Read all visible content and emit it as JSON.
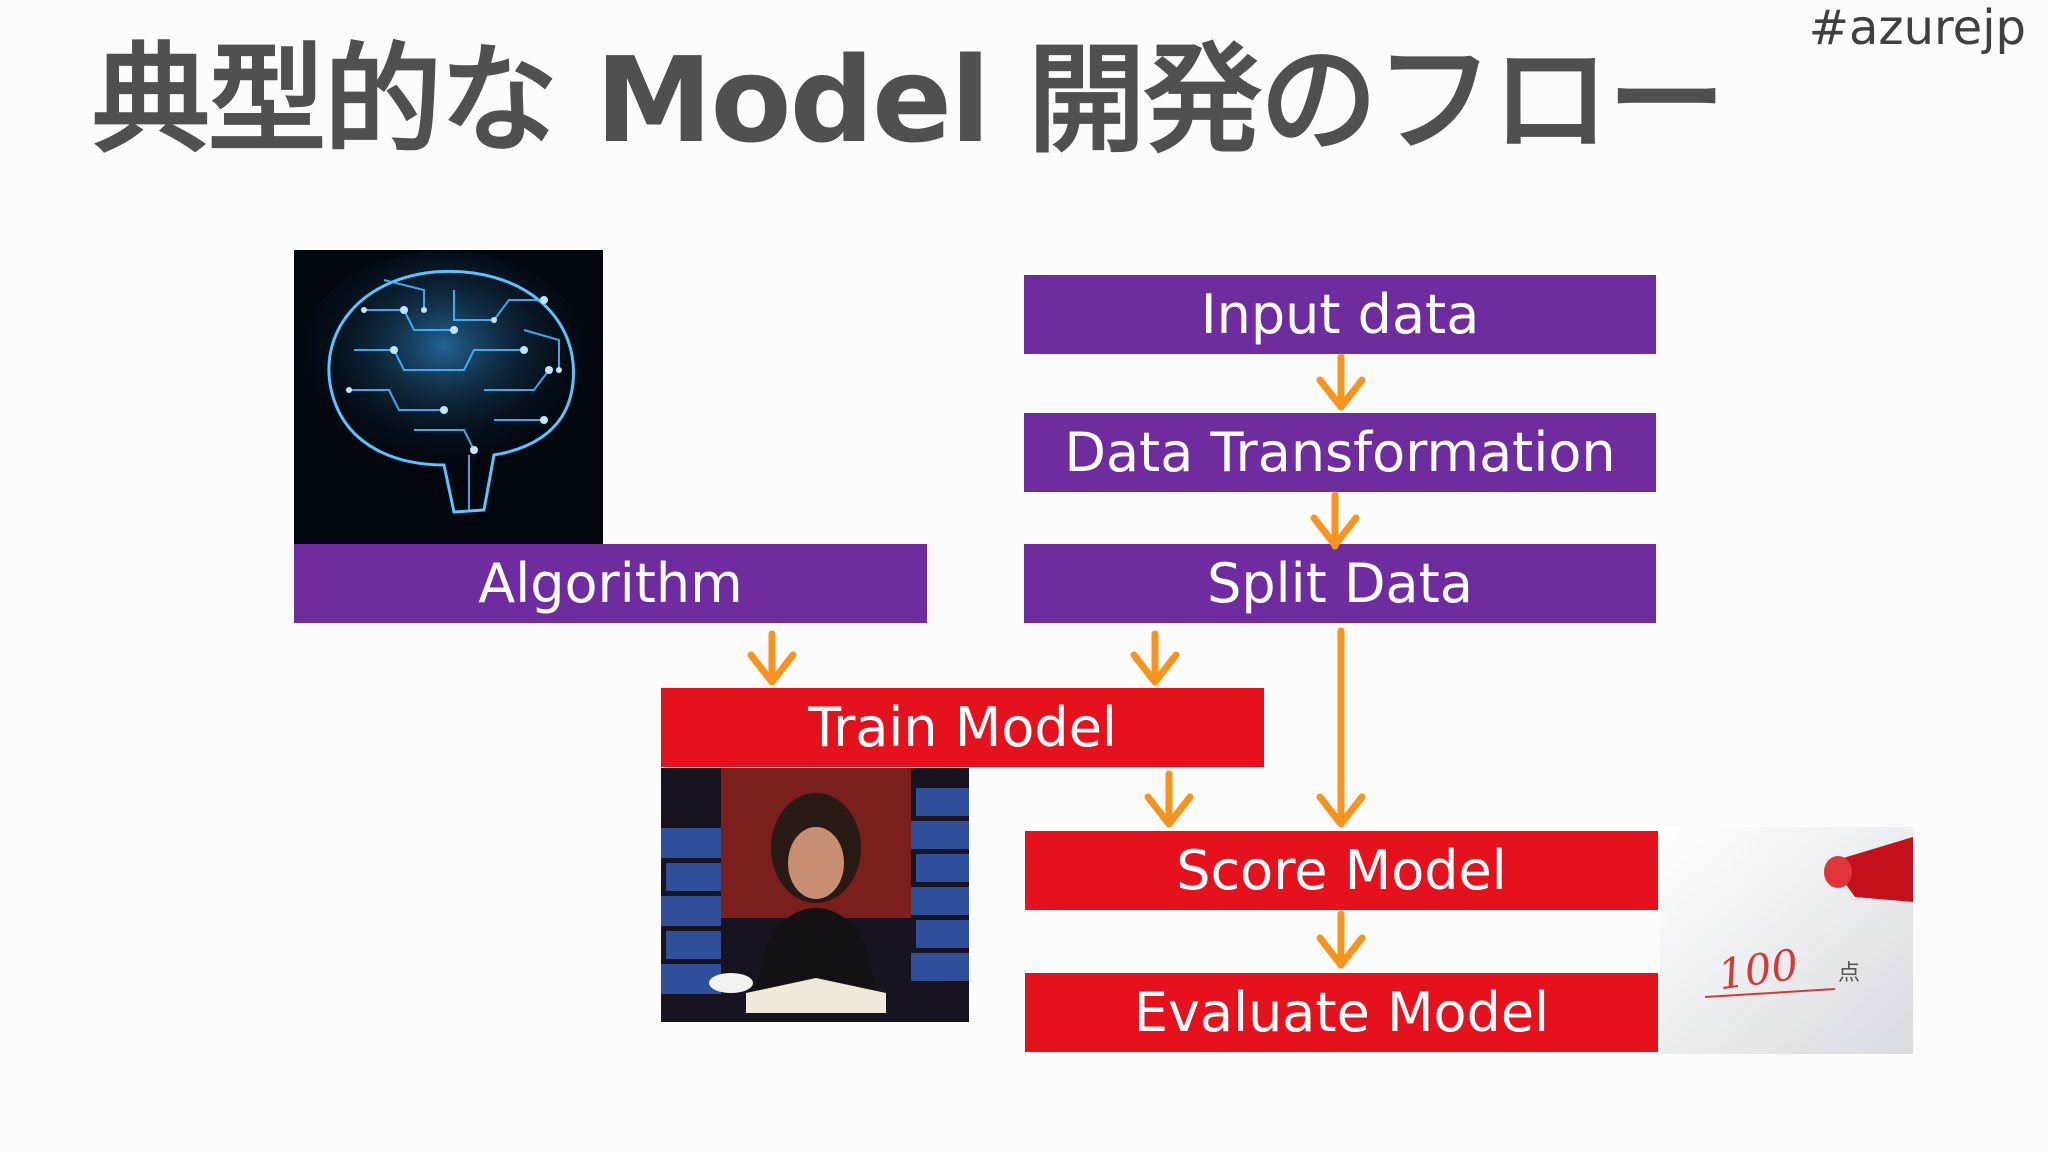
{
  "slide": {
    "title": "典型的な Model 開発のフロー",
    "hashtag": "#azurejp"
  },
  "flow": {
    "input_data": "Input data",
    "data_transformation": "Data Transformation",
    "split_data": "Split Data",
    "algorithm": "Algorithm",
    "train_model": "Train Model",
    "score_model": "Score Model",
    "evaluate_model": "Evaluate Model"
  },
  "images": {
    "score_paper_text": "100",
    "score_paper_suffix": "点"
  },
  "colors": {
    "purple": "#6e2c9f",
    "red": "#e5121e",
    "arrow": "#f7941d",
    "title": "#505050"
  }
}
